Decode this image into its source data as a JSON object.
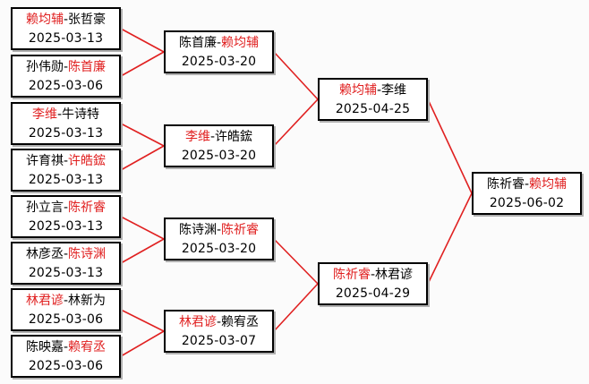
{
  "colors": {
    "winner": "#e02020",
    "connector": "#e02020",
    "text": "#000000"
  },
  "matches": [
    {
      "id": "r1m1",
      "p1": "赖均辅",
      "p2": "张哲豪",
      "winner": "p1",
      "date": "2025-03-13"
    },
    {
      "id": "r1m2",
      "p1": "孙伟勋",
      "p2": "陈首廉",
      "winner": "p2",
      "date": "2025-03-06"
    },
    {
      "id": "r1m3",
      "p1": "李维",
      "p2": "牛诗特",
      "winner": "p1",
      "date": "2025-03-13"
    },
    {
      "id": "r1m4",
      "p1": "许育祺",
      "p2": "许皓鋐",
      "winner": "p2",
      "date": "2025-03-13"
    },
    {
      "id": "r1m5",
      "p1": "孙立言",
      "p2": "陈祈睿",
      "winner": "p2",
      "date": "2025-03-13"
    },
    {
      "id": "r1m6",
      "p1": "林彦丞",
      "p2": "陈诗渊",
      "winner": "p2",
      "date": "2025-03-13"
    },
    {
      "id": "r1m7",
      "p1": "林君谚",
      "p2": "林新为",
      "winner": "p1",
      "date": "2025-03-06"
    },
    {
      "id": "r1m8",
      "p1": "陈映嘉",
      "p2": "赖宥丞",
      "winner": "p2",
      "date": "2025-03-06"
    },
    {
      "id": "r2m1",
      "p1": "陈首廉",
      "p2": "赖均辅",
      "winner": "p2",
      "date": "2025-03-20"
    },
    {
      "id": "r2m2",
      "p1": "李维",
      "p2": "许皓鋐",
      "winner": "p1",
      "date": "2025-03-20"
    },
    {
      "id": "r2m3",
      "p1": "陈诗渊",
      "p2": "陈祈睿",
      "winner": "p2",
      "date": "2025-03-20"
    },
    {
      "id": "r2m4",
      "p1": "林君谚",
      "p2": "赖宥丞",
      "winner": "p1",
      "date": "2025-03-07"
    },
    {
      "id": "r3m1",
      "p1": "赖均辅",
      "p2": "李维",
      "winner": "p1",
      "date": "2025-04-25"
    },
    {
      "id": "r3m2",
      "p1": "陈祈睿",
      "p2": "林君谚",
      "winner": "p1",
      "date": "2025-04-29"
    },
    {
      "id": "r4m1",
      "p1": "陈祈睿",
      "p2": "赖均辅",
      "winner": "p2",
      "date": "2025-06-02"
    }
  ]
}
